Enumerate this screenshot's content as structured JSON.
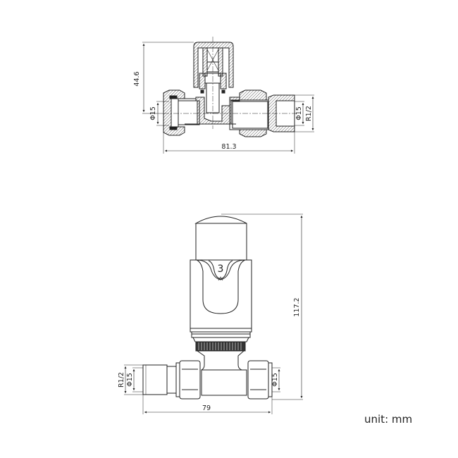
{
  "diagram": {
    "type": "technical drawing",
    "subject": "thermostatic radiator valve (straight)",
    "unit_label": "unit: mm",
    "views": [
      {
        "name": "cross-section view",
        "dimensions": {
          "height": "44.6",
          "pipe_diameter_left": "Φ15",
          "pipe_diameter_right": "Φ15",
          "thread_right": "R1/2",
          "overall_length": "81.3"
        }
      },
      {
        "name": "elevation view",
        "dimensions": {
          "overall_height": "117.2",
          "thread_left": "R1/2",
          "pipe_diameter_left": "Φ15",
          "pipe_diameter_right": "Φ15",
          "overall_length": "79"
        },
        "dial_setting": "3"
      }
    ]
  }
}
